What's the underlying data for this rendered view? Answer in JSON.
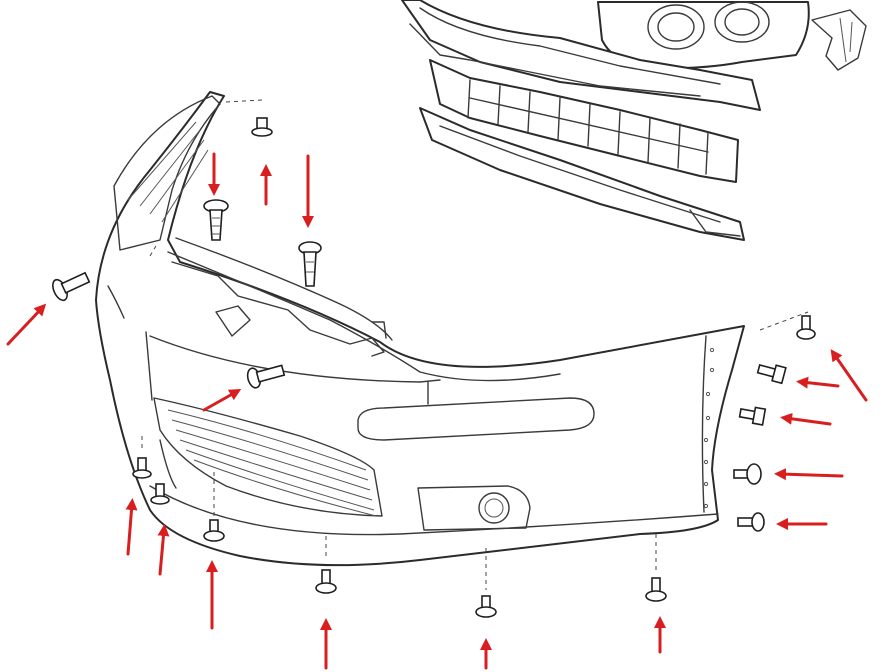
{
  "diagram": {
    "subject": "",
    "colors": {
      "line": "#2b2b2b",
      "arrow": "#d81e1e",
      "background": "#ffffff"
    }
  },
  "fasteners": [
    {
      "id": "top-bolt-1"
    },
    {
      "id": "top-clip-1"
    },
    {
      "id": "top-clip-2"
    },
    {
      "id": "left-side-screw"
    },
    {
      "id": "mid-side-screw"
    },
    {
      "id": "right-top-clip"
    },
    {
      "id": "right-side-screw-1"
    },
    {
      "id": "right-side-screw-2"
    },
    {
      "id": "right-side-screw-3"
    },
    {
      "id": "right-side-screw-4"
    },
    {
      "id": "bottom-screw-1"
    },
    {
      "id": "bottom-screw-2"
    },
    {
      "id": "bottom-screw-3"
    },
    {
      "id": "bottom-screw-4"
    },
    {
      "id": "bottom-screw-5"
    },
    {
      "id": "bottom-screw-6"
    }
  ],
  "arrows": [
    {
      "target": "top-bolt-1"
    },
    {
      "target": "top-clip-1"
    },
    {
      "target": "top-clip-2"
    },
    {
      "target": "left-side-screw"
    },
    {
      "target": "mid-side-screw"
    },
    {
      "target": "right-top-clip"
    },
    {
      "target": "right-side-screw-1"
    },
    {
      "target": "right-side-screw-2"
    },
    {
      "target": "right-side-screw-3"
    },
    {
      "target": "right-side-screw-4"
    },
    {
      "target": "bottom-screw-1"
    },
    {
      "target": "bottom-screw-2"
    },
    {
      "target": "bottom-screw-3"
    },
    {
      "target": "bottom-screw-4"
    },
    {
      "target": "bottom-screw-5"
    },
    {
      "target": "bottom-screw-6"
    }
  ]
}
